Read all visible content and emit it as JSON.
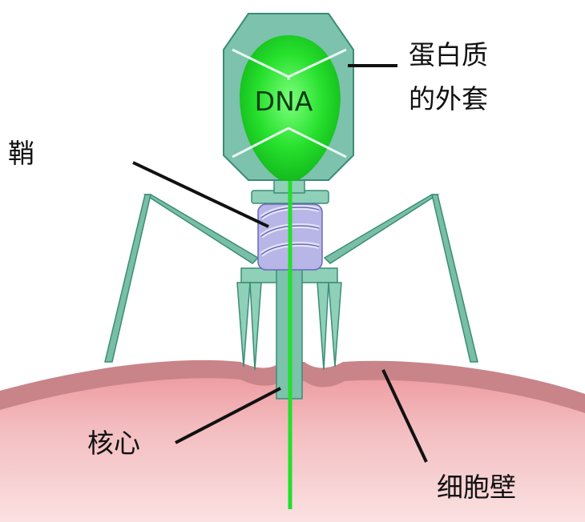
{
  "labels": {
    "dna": "DNA",
    "coat_line1": "蛋白质",
    "coat_line2": "的外套",
    "sheath": "鞘",
    "core": "核心",
    "cell_wall": "细胞壁"
  },
  "colors": {
    "capsid": "#7cc2ad",
    "capsid_edge": "#3b8c76",
    "dna_green": "#22e02a",
    "sheath_coil": "#9d9bd8",
    "tail_fiber": "#78bfa6",
    "cell_wall": "#c9848a",
    "cytoplasm": "#f4c8c9",
    "leader_line": "#111111"
  }
}
